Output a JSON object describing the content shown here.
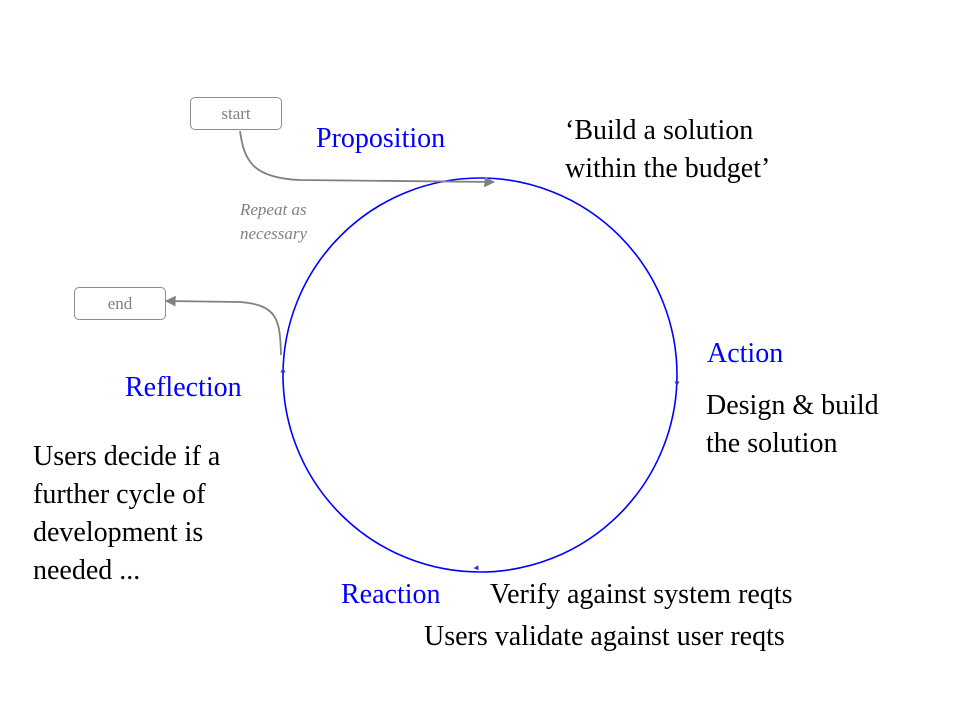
{
  "diagram": {
    "title": "Development cycle",
    "colors": {
      "cycle": "#0000ff",
      "connector": "#808080",
      "text": "#000000"
    },
    "nodes": {
      "start": "start",
      "end": "end"
    },
    "note": "Repeat as\nnecessary",
    "phases": [
      {
        "id": "proposition",
        "label": "Proposition",
        "description": "‘Build a solution\nwithin the budget’"
      },
      {
        "id": "action",
        "label": "Action",
        "description": "Design & build\nthe solution"
      },
      {
        "id": "reaction",
        "label": "Reaction",
        "description": "Verify against system reqts",
        "description2": "Users validate against user reqts"
      },
      {
        "id": "reflection",
        "label": "Reflection",
        "description": "Users decide if a\nfurther cycle of\ndevelopment is\nneeded ..."
      }
    ]
  }
}
